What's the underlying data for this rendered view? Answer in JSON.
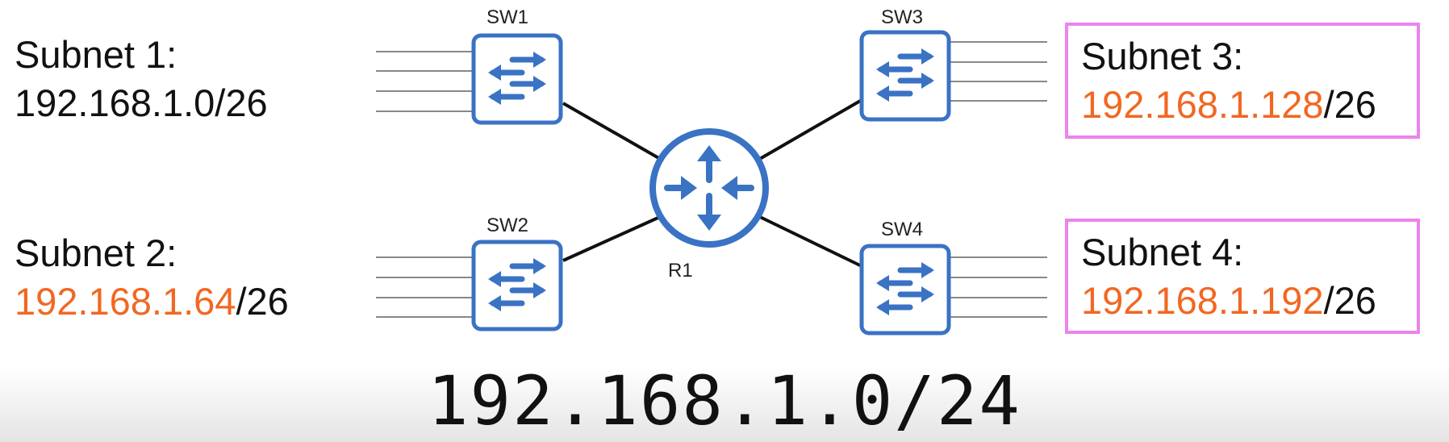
{
  "devices": {
    "sw1": "SW1",
    "sw2": "SW2",
    "sw3": "SW3",
    "sw4": "SW4",
    "router": "R1"
  },
  "subnets": [
    {
      "label": "Subnet 1:",
      "host": "192.168.1.0/26",
      "mask": "",
      "highlighted": false,
      "boxed": false
    },
    {
      "label": "Subnet 2:",
      "host": "192.168.1.64",
      "mask": "/26",
      "highlighted": true,
      "boxed": false
    },
    {
      "label": "Subnet 3:",
      "host": "192.168.1.128",
      "mask": "/26",
      "highlighted": true,
      "boxed": true
    },
    {
      "label": "Subnet 4:",
      "host": "192.168.1.192",
      "mask": "/26",
      "highlighted": true,
      "boxed": true
    }
  ],
  "network_address": "192.168.1.0/24",
  "colors": {
    "device_blue": "#3a72c4",
    "highlight_orange": "#f26722",
    "box_border": "#ee82ee",
    "link": "#111111",
    "port_line": "#888888"
  },
  "icons": {
    "switch": "switch-arrows-icon",
    "router": "router-arrows-icon"
  }
}
